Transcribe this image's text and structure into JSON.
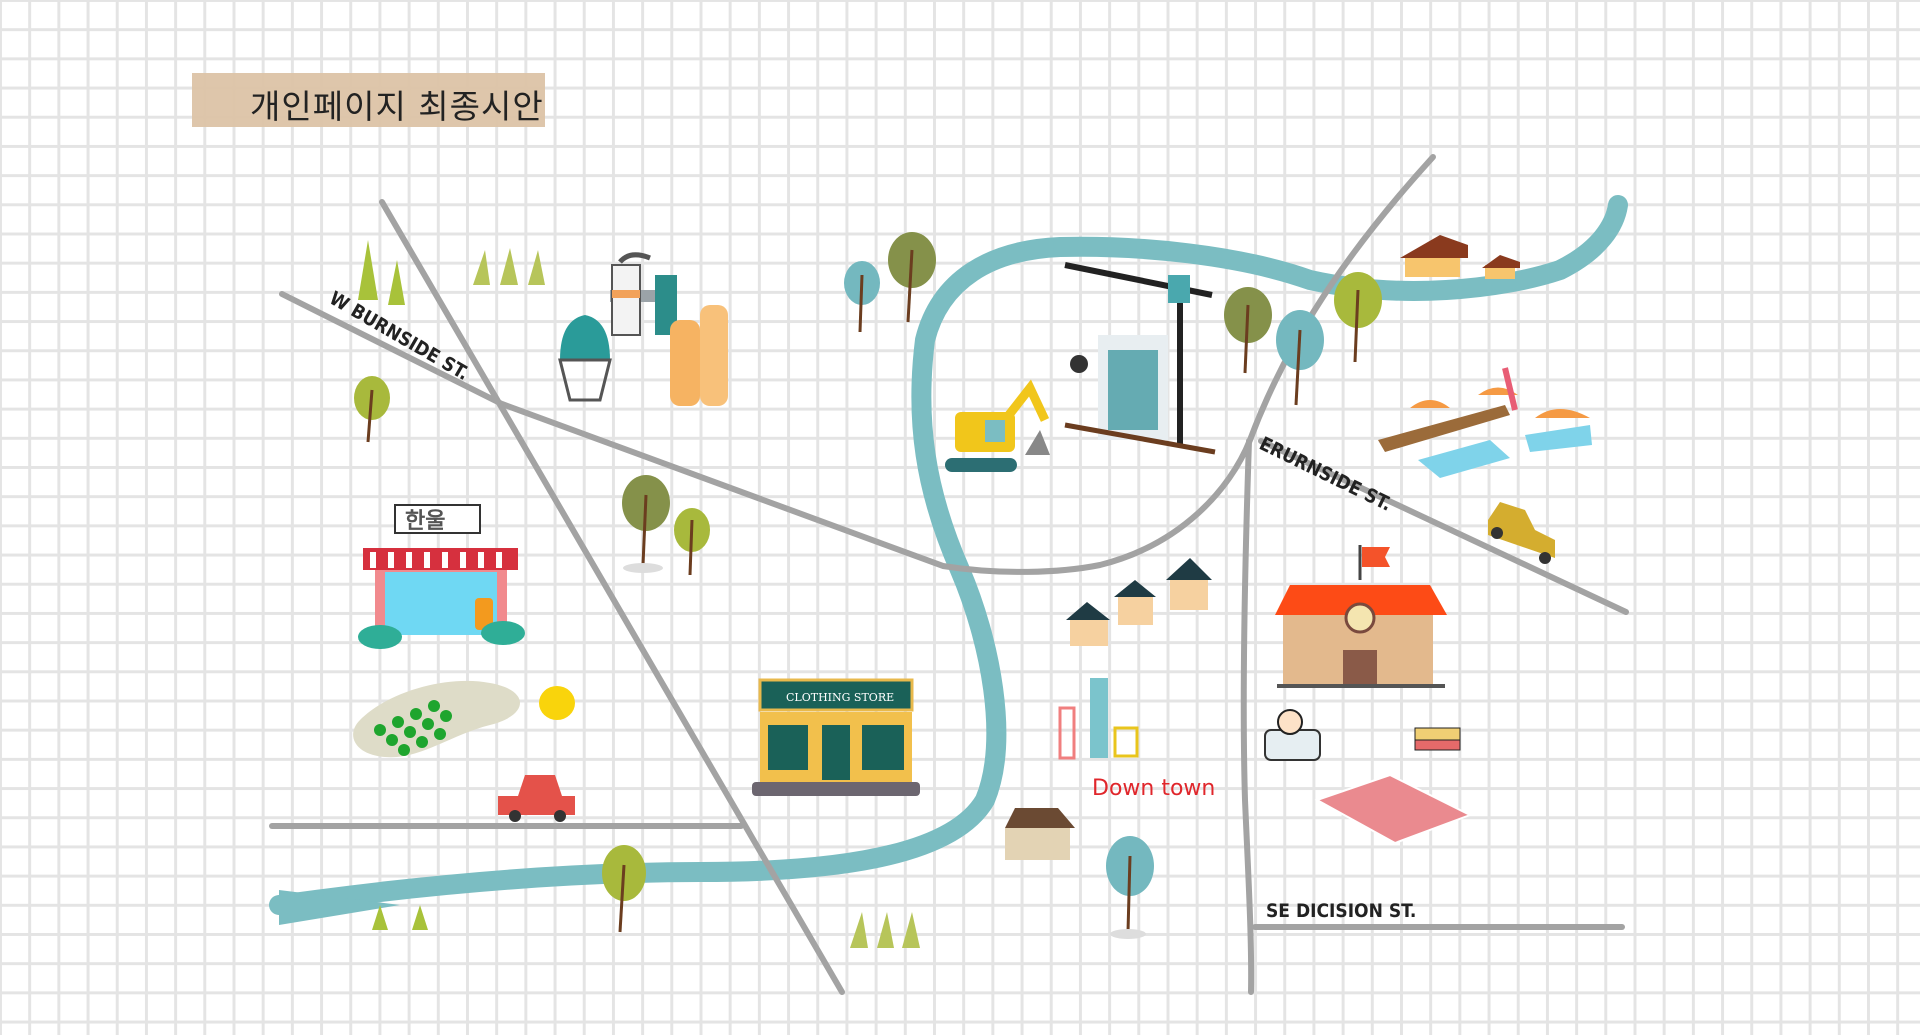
{
  "header": {
    "title": "개인페이지 최종시안"
  },
  "streets": {
    "w_burnside": "W BURNSIDE ST.",
    "erurnside": "ERURNSIDE ST.",
    "se_dicision": "SE DICISION ST."
  },
  "labels": {
    "downtown": "Down town"
  },
  "shops": {
    "cosmetics_sign": "한울",
    "clothing_sign": "CLOTHING STORE"
  },
  "colors": {
    "river": "#7bbdc2",
    "road": "#a3a3a3",
    "title_bg": "#dcc3a6",
    "downtown_text": "#e0262b",
    "grid": "#e4e4e4"
  }
}
